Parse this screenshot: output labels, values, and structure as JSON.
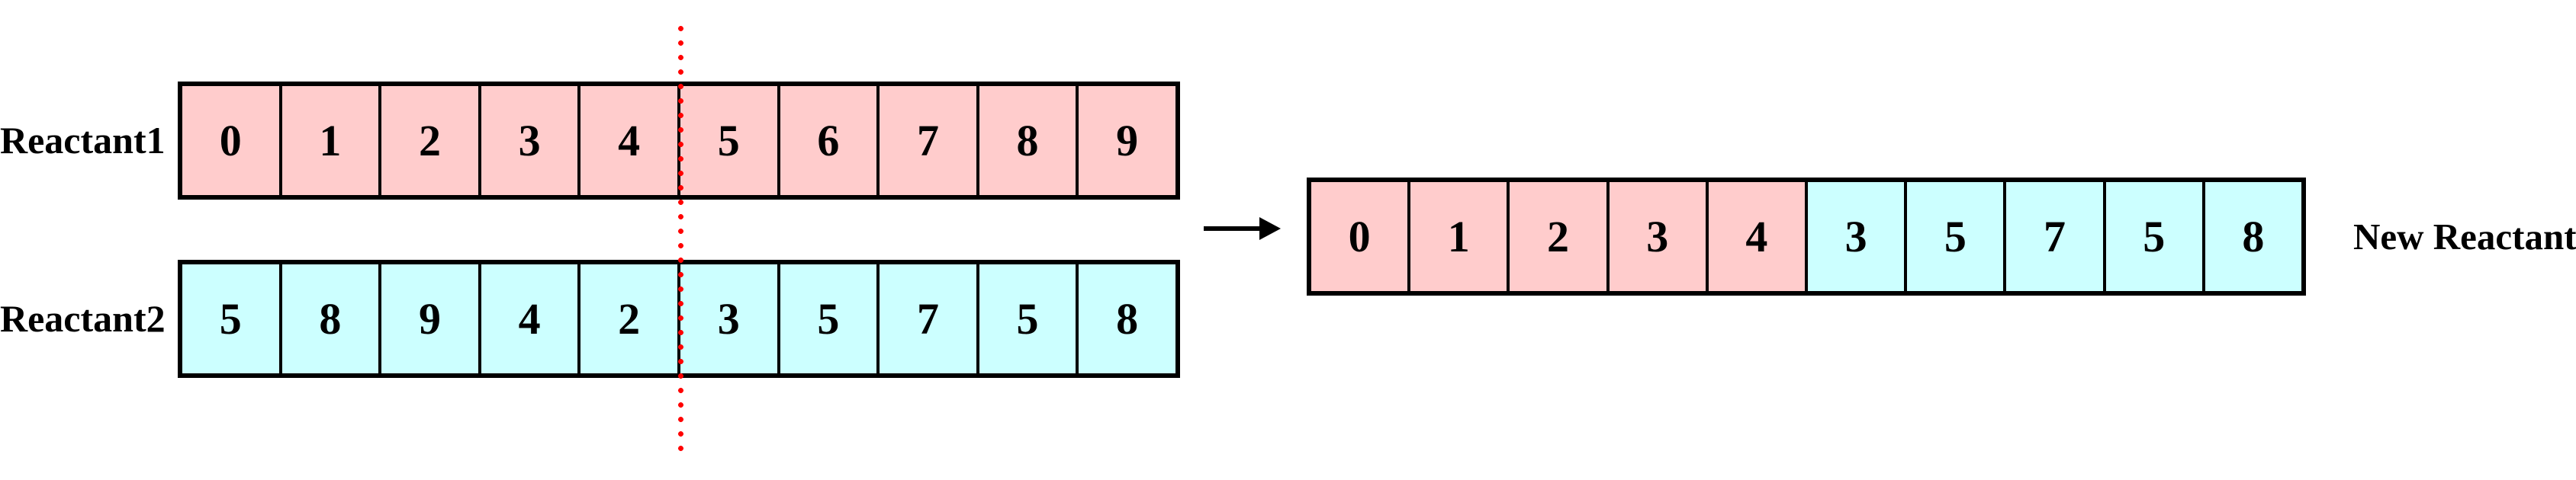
{
  "labels": {
    "reactant1": "Reactant1",
    "reactant2": "Reactant2",
    "new_reactant": "New Reactant"
  },
  "rows": {
    "reactant1": {
      "cells": [
        {
          "value": "0",
          "fill": "pink"
        },
        {
          "value": "1",
          "fill": "pink"
        },
        {
          "value": "2",
          "fill": "pink"
        },
        {
          "value": "3",
          "fill": "pink"
        },
        {
          "value": "4",
          "fill": "pink"
        },
        {
          "value": "5",
          "fill": "pink"
        },
        {
          "value": "6",
          "fill": "pink"
        },
        {
          "value": "7",
          "fill": "pink"
        },
        {
          "value": "8",
          "fill": "pink"
        },
        {
          "value": "9",
          "fill": "pink"
        }
      ]
    },
    "reactant2": {
      "cells": [
        {
          "value": "5",
          "fill": "cyan"
        },
        {
          "value": "8",
          "fill": "cyan"
        },
        {
          "value": "9",
          "fill": "cyan"
        },
        {
          "value": "4",
          "fill": "cyan"
        },
        {
          "value": "2",
          "fill": "cyan"
        },
        {
          "value": "3",
          "fill": "cyan"
        },
        {
          "value": "5",
          "fill": "cyan"
        },
        {
          "value": "7",
          "fill": "cyan"
        },
        {
          "value": "5",
          "fill": "cyan"
        },
        {
          "value": "8",
          "fill": "cyan"
        }
      ]
    },
    "new_reactant": {
      "cells": [
        {
          "value": "0",
          "fill": "pink"
        },
        {
          "value": "1",
          "fill": "pink"
        },
        {
          "value": "2",
          "fill": "pink"
        },
        {
          "value": "3",
          "fill": "pink"
        },
        {
          "value": "4",
          "fill": "pink"
        },
        {
          "value": "3",
          "fill": "cyan"
        },
        {
          "value": "5",
          "fill": "cyan"
        },
        {
          "value": "7",
          "fill": "cyan"
        },
        {
          "value": "5",
          "fill": "cyan"
        },
        {
          "value": "8",
          "fill": "cyan"
        }
      ]
    }
  },
  "colors": {
    "pink": "#FFCCCC",
    "cyan": "#CCFFFF",
    "line_red": "#FF0000",
    "border_black": "#000000"
  },
  "icons": {
    "arrow": "right-arrow",
    "crossover_marker": "vertical-red-dotted-line"
  }
}
